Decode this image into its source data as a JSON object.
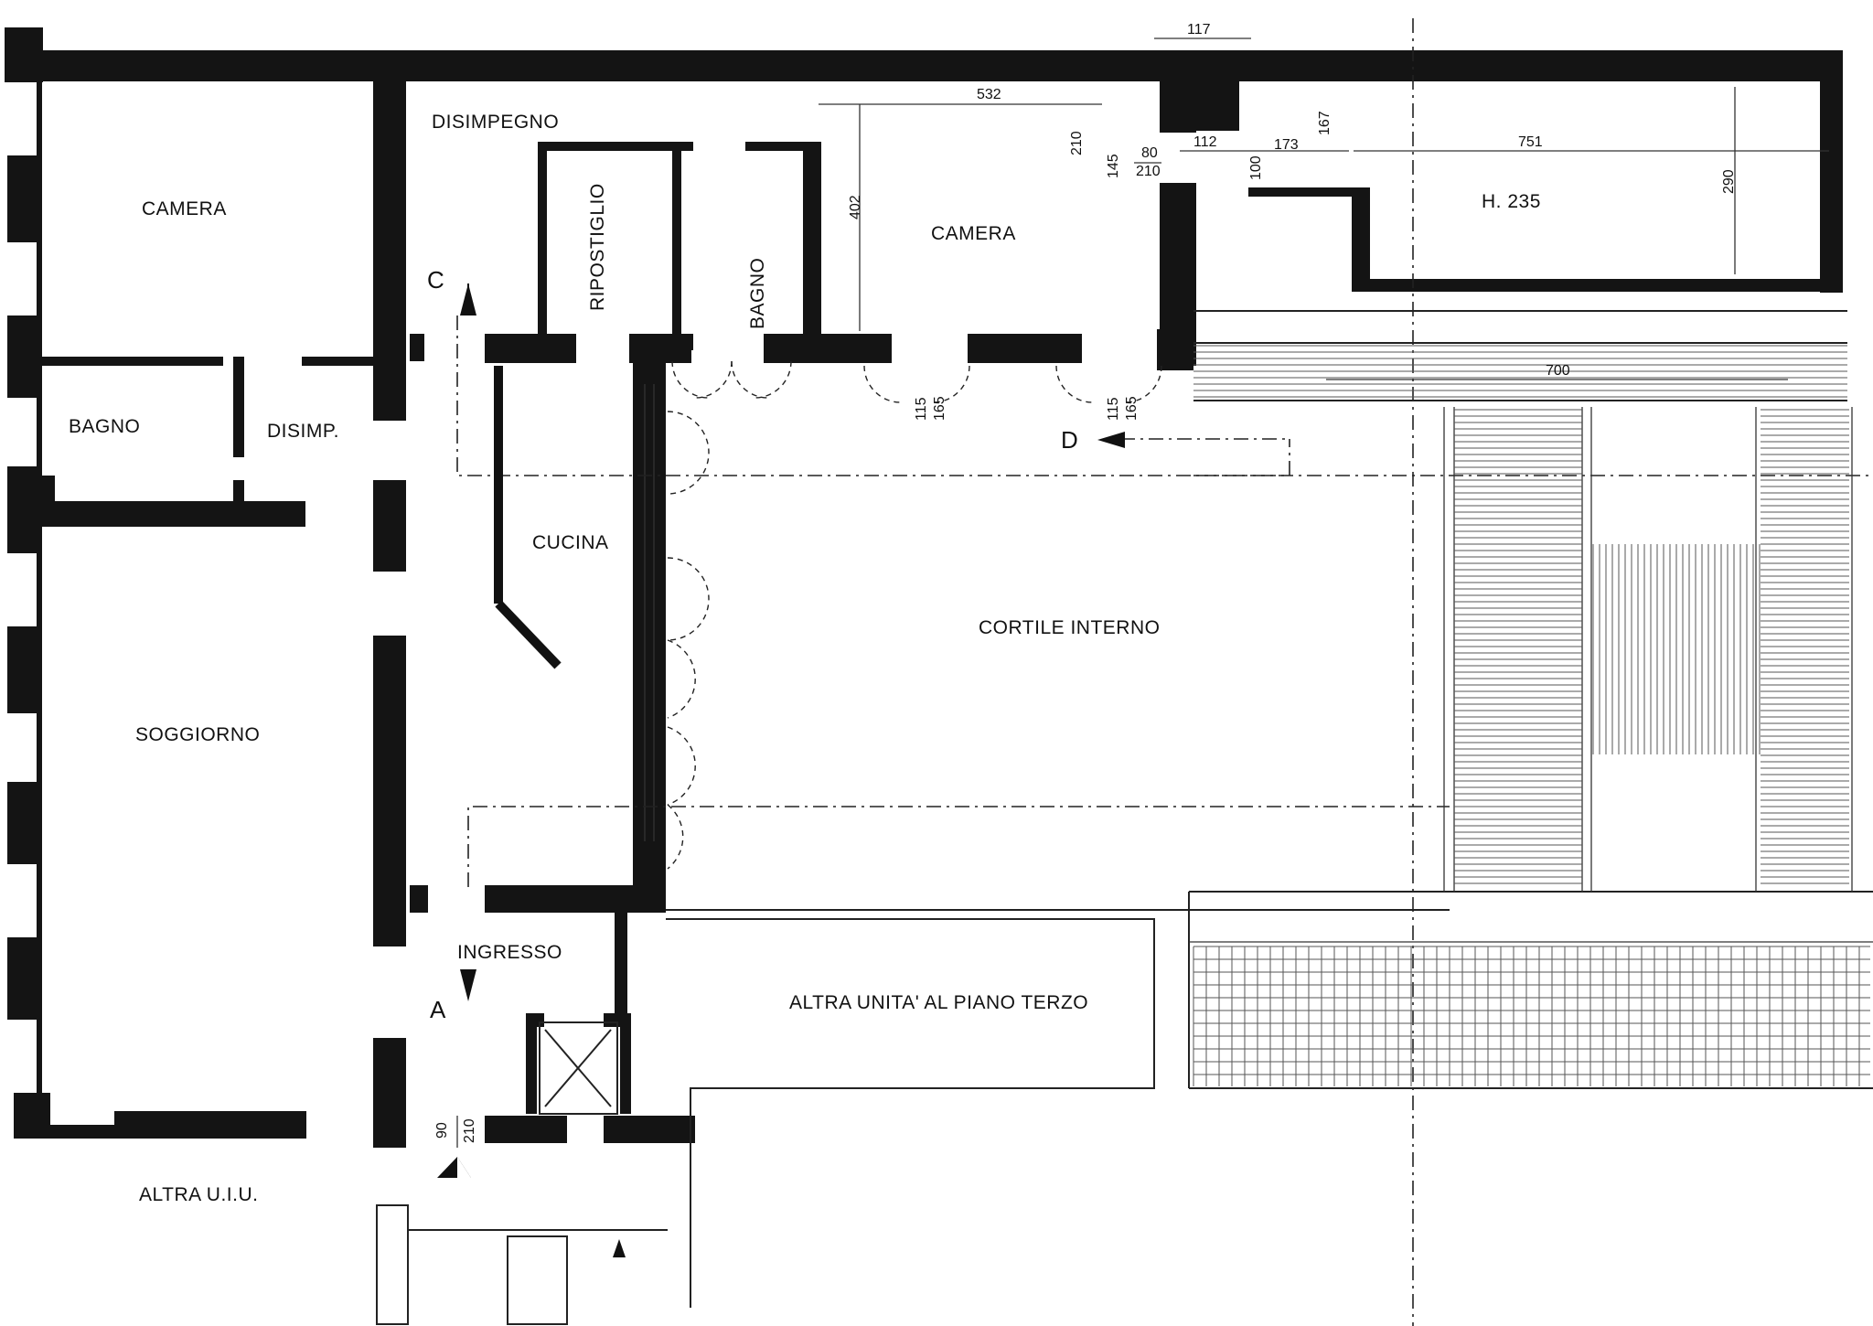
{
  "rooms": {
    "disimpegno": "DISIMPEGNO",
    "camera_left": "CAMERA",
    "ripostiglio": "RIPOSTIGLIO",
    "bagno_small": "BAGNO",
    "camera_center": "CAMERA",
    "h235": "H. 235",
    "bagno_left": "BAGNO",
    "disimp": "DISIMP.",
    "cucina": "CUCINA",
    "cortile": "CORTILE INTERNO",
    "soggiorno": "SOGGIORNO",
    "ingresso": "INGRESSO",
    "altra_unita": "ALTRA UNITA' AL PIANO TERZO",
    "altra_uiu": "ALTRA U.I.U."
  },
  "section_marks": {
    "c": "C",
    "d": "D",
    "a": "A"
  },
  "dimensions": {
    "d117": "117",
    "d532": "532",
    "d210a": "210",
    "d145": "145",
    "d402": "402",
    "d80": "80",
    "d210b": "210",
    "d112": "112",
    "d173": "173",
    "d167": "167",
    "d100": "100",
    "d751": "751",
    "d290": "290",
    "d700": "700",
    "d115a": "115",
    "d165a": "165",
    "d115b": "115",
    "d165b": "165",
    "d90": "90",
    "d210c": "210"
  }
}
